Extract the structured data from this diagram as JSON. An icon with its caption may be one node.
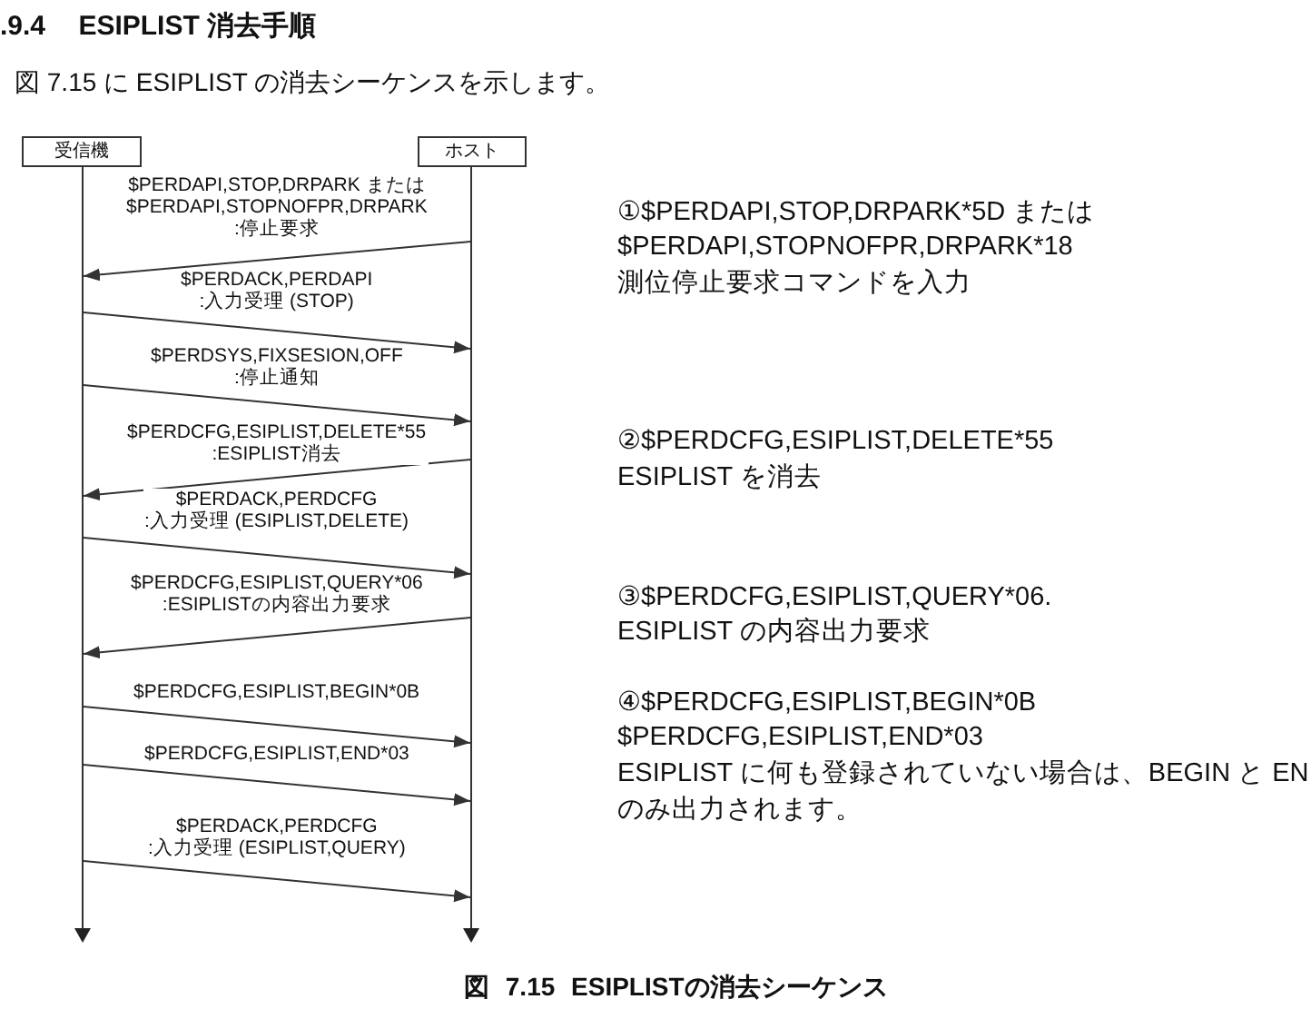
{
  "diagram": {
    "title": ".9.4 ESIPLIST 消去手順",
    "caption": "図 7.15 ESIPLISTの消去シーケンス",
    "nodes": [
      {
        "text": [
          "受信機"
        ]
      },
      {
        "text": [
          "ホスト"
        ]
      },
      {
        "text": [],
        "shape": "line"
      },
      {
        "text": [],
        "shape": "line"
      }
    ],
    "edges": [
      {
        "from": 3,
        "to": 2,
        "arrow": "to",
        "label": "$PERDAPI,STOP,DRPARK または $PERDAPI,STOPNOFPR,DRPARK :停止要求"
      },
      {
        "from": 2,
        "to": 3,
        "arrow": "to",
        "label": "$PERDACK,PERDAPI :入力受理 (STOP)"
      },
      {
        "from": 2,
        "to": 3,
        "arrow": "to",
        "label": "$PERDSYS,FIXSESION,OFF :停止通知"
      },
      {
        "from": 3,
        "to": 2,
        "arrow": "to",
        "label": "$PERDCFG,ESIPLIST,DELETE*55 :ESIPLIST消去"
      },
      {
        "from": 2,
        "to": 3,
        "arrow": "to",
        "label": "$PERDACK,PERDCFG :入力受理 (ESIPLIST,DELETE)"
      },
      {
        "from": 3,
        "to": 2,
        "arrow": "to",
        "label": "$PERDCFG,ESIPLIST,QUERY*06 :ESIPLISTの内容出力要求"
      },
      {
        "from": 2,
        "to": 3,
        "arrow": "to",
        "label": "$PERDCFG,ESIPLIST,BEGIN*0B"
      },
      {
        "from": 2,
        "to": 3,
        "arrow": "to",
        "label": "$PERDCFG,ESIPLIST,END*03"
      },
      {
        "from": 2,
        "to": 3,
        "arrow": "to",
        "label": "$PERDACK,PERDCFG :入力受理 (ESIPLIST,QUERY)"
      }
    ],
    "labels": [
      "図 7.15 に ESIPLIST の消去シーケンスを示します。",
      "①$PERDAPI,STOP,DRPARK*5D または",
      "$PERDAPI,STOPNOFPR,DRPARK*18",
      "測位停止要求コマンドを入力",
      "②$PERDCFG,ESIPLIST,DELETE*55",
      "ESIPLIST を消去",
      "③$PERDCFG,ESIPLIST,QUERY*06.",
      "ESIPLIST の内容出力要求",
      "④$PERDCFG,ESIPLIST,BEGIN*0B",
      "$PERDCFG,ESIPLIST,END*03",
      "ESIPLIST に何も登録されていない場合は、BEGIN と EN",
      "のみ出力されます。"
    ]
  }
}
